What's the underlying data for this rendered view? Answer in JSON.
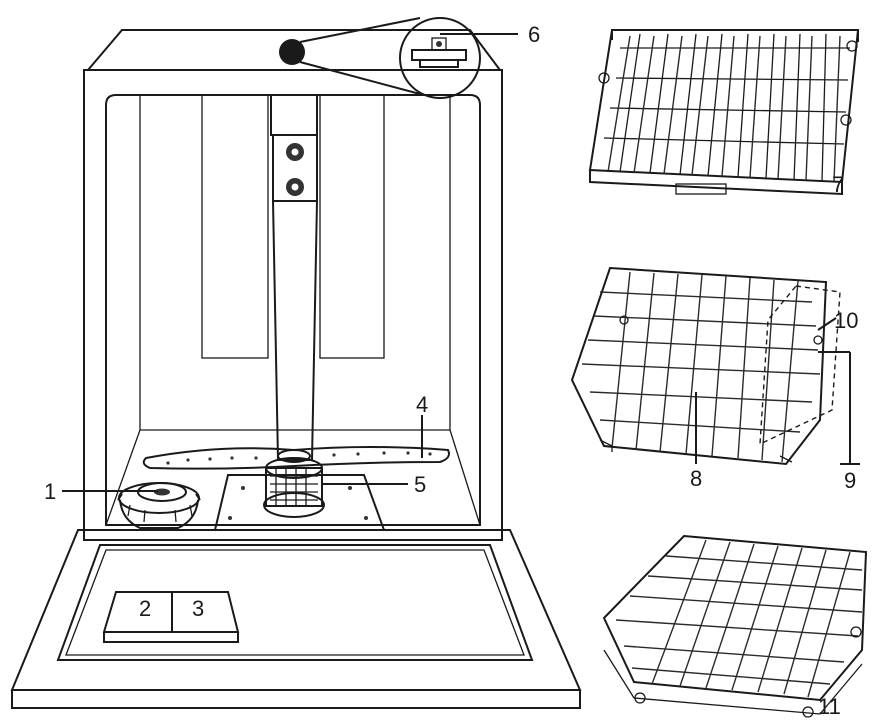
{
  "diagram": {
    "labels": {
      "salt_container": "1",
      "detergent_dispenser": "2",
      "rinse_aid_dispenser": "3",
      "lower_spray_arm": "4",
      "filter_assembly": "5",
      "upper_spray_arm": "6",
      "cutlery_tray": "7",
      "upper_basket": "8",
      "upper_spray_arm_on_basket": "9",
      "cup_shelf": "10",
      "lower_basket": "11"
    }
  }
}
